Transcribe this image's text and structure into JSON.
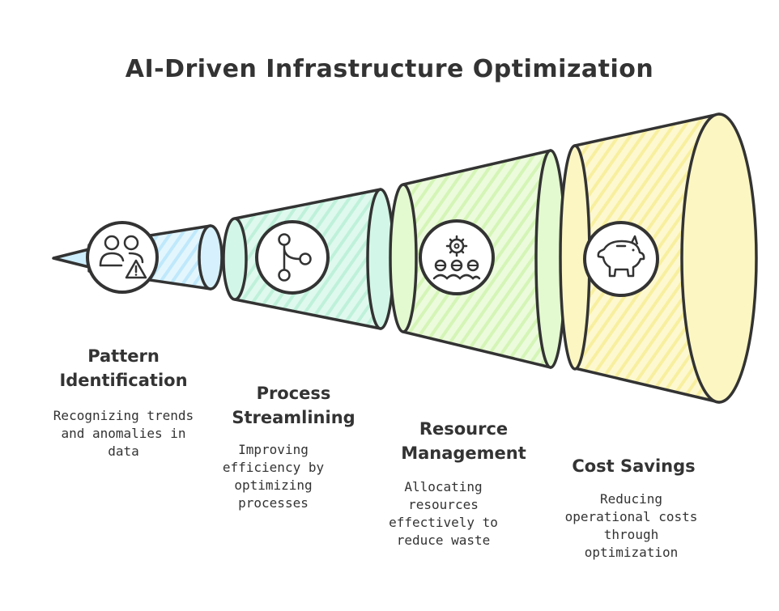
{
  "title": "AI-Driven Infrastructure Optimization",
  "colors": {
    "outline": "#333333",
    "blue": "#cdeefc",
    "mint": "#c9f4e2",
    "lime": "#dcf7c3",
    "yellow": "#fbf4b3"
  },
  "stages": [
    {
      "title": "Pattern\nIdentification",
      "description": "Recognizing trends\nand anomalies in\ndata",
      "icon": "people-warning-icon",
      "fill": "blue"
    },
    {
      "title": "Process\nStreamlining",
      "description": "Improving\nefficiency by\noptimizing\nprocesses",
      "icon": "branch-flow-icon",
      "fill": "mint"
    },
    {
      "title": "Resource\nManagement",
      "description": "Allocating\nresources\neffectively to\nreduce waste",
      "icon": "gear-resources-icon",
      "fill": "lime"
    },
    {
      "title": "Cost Savings",
      "description": "Reducing\noperational costs\nthrough\noptimization",
      "icon": "piggy-bank-icon",
      "fill": "yellow"
    }
  ]
}
